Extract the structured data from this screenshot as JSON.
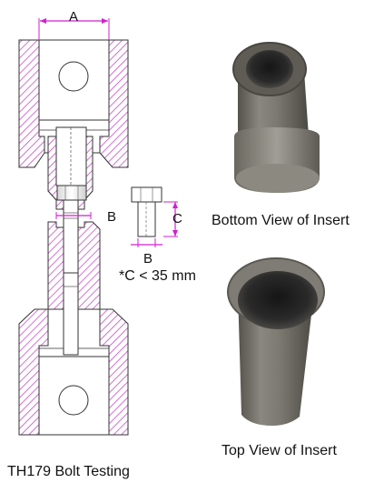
{
  "diagram": {
    "dim_a": "A",
    "dim_b_assembly": "B",
    "dim_b_bolt": "B",
    "dim_c_bolt": "C",
    "constraint_note": "*C < 35 mm",
    "caption_main": "TH179 Bolt Testing",
    "caption_bottom_view": "Bottom View of Insert",
    "caption_top_view": "Top View of Insert"
  },
  "colors": {
    "hatch": "#c94fc9",
    "dimension": "#d020d0",
    "outline": "#333333",
    "insert_metal": "#6e6b63"
  },
  "icons": [
    "cross-section-drawing",
    "bolt-drawing",
    "insert-photo-bottom",
    "insert-photo-top"
  ]
}
